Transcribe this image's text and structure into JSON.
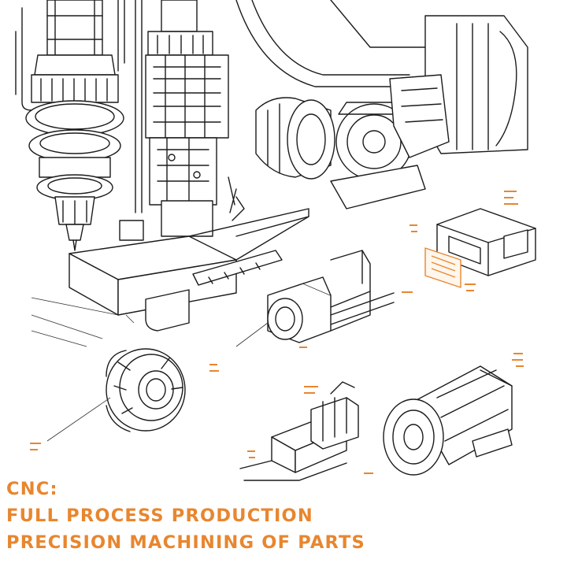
{
  "headline": {
    "line1": "CNC:",
    "line2": "FULL PROCESS PRODUCTION",
    "line3": "PRECISION MACHINING OF PARTS"
  },
  "colors": {
    "accent": "#e8862e",
    "ink": "#1b1b1b",
    "background": "#ffffff"
  }
}
